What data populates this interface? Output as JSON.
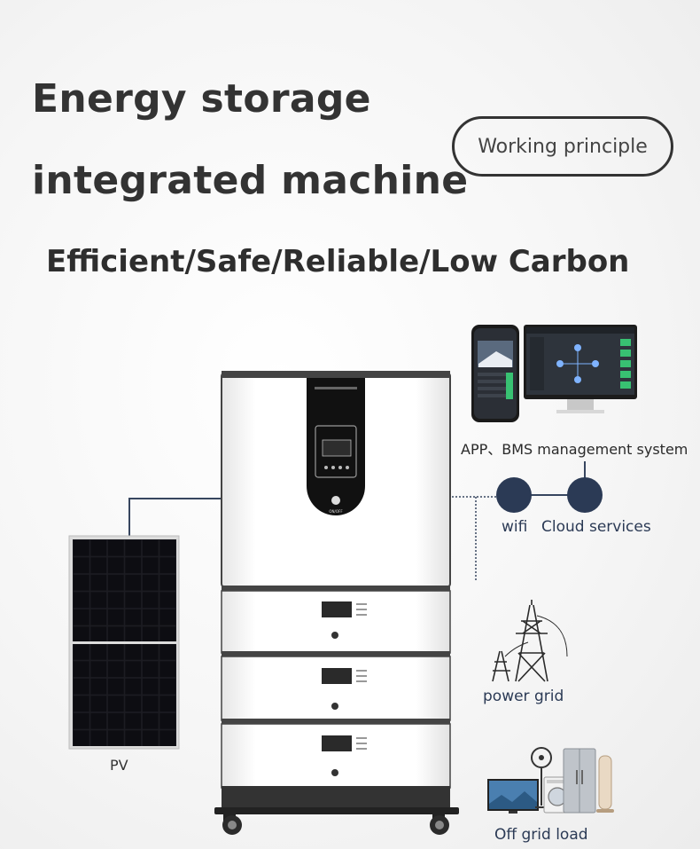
{
  "title": {
    "line1": "Energy storage",
    "line2": "integrated machine"
  },
  "badge": "Working principle",
  "subtitle": "Efficient/Safe/Reliable/Low Carbon",
  "labels": {
    "app": "APP、BMS management system",
    "wifi": "wifi",
    "cloud": "Cloud services",
    "grid": "power grid",
    "load": "Off grid load",
    "pv": "PV"
  },
  "device": {
    "onoff_label": "ON/OFF"
  },
  "colors": {
    "title": "#333333",
    "accent_dot": "#2b3a55",
    "cabinet_frame": "#444444",
    "panel_dark": "#111111"
  },
  "icons": [
    "smartphone-icon",
    "monitor-icon",
    "power-tower-icon",
    "appliances-icon",
    "solar-panel-icon"
  ]
}
